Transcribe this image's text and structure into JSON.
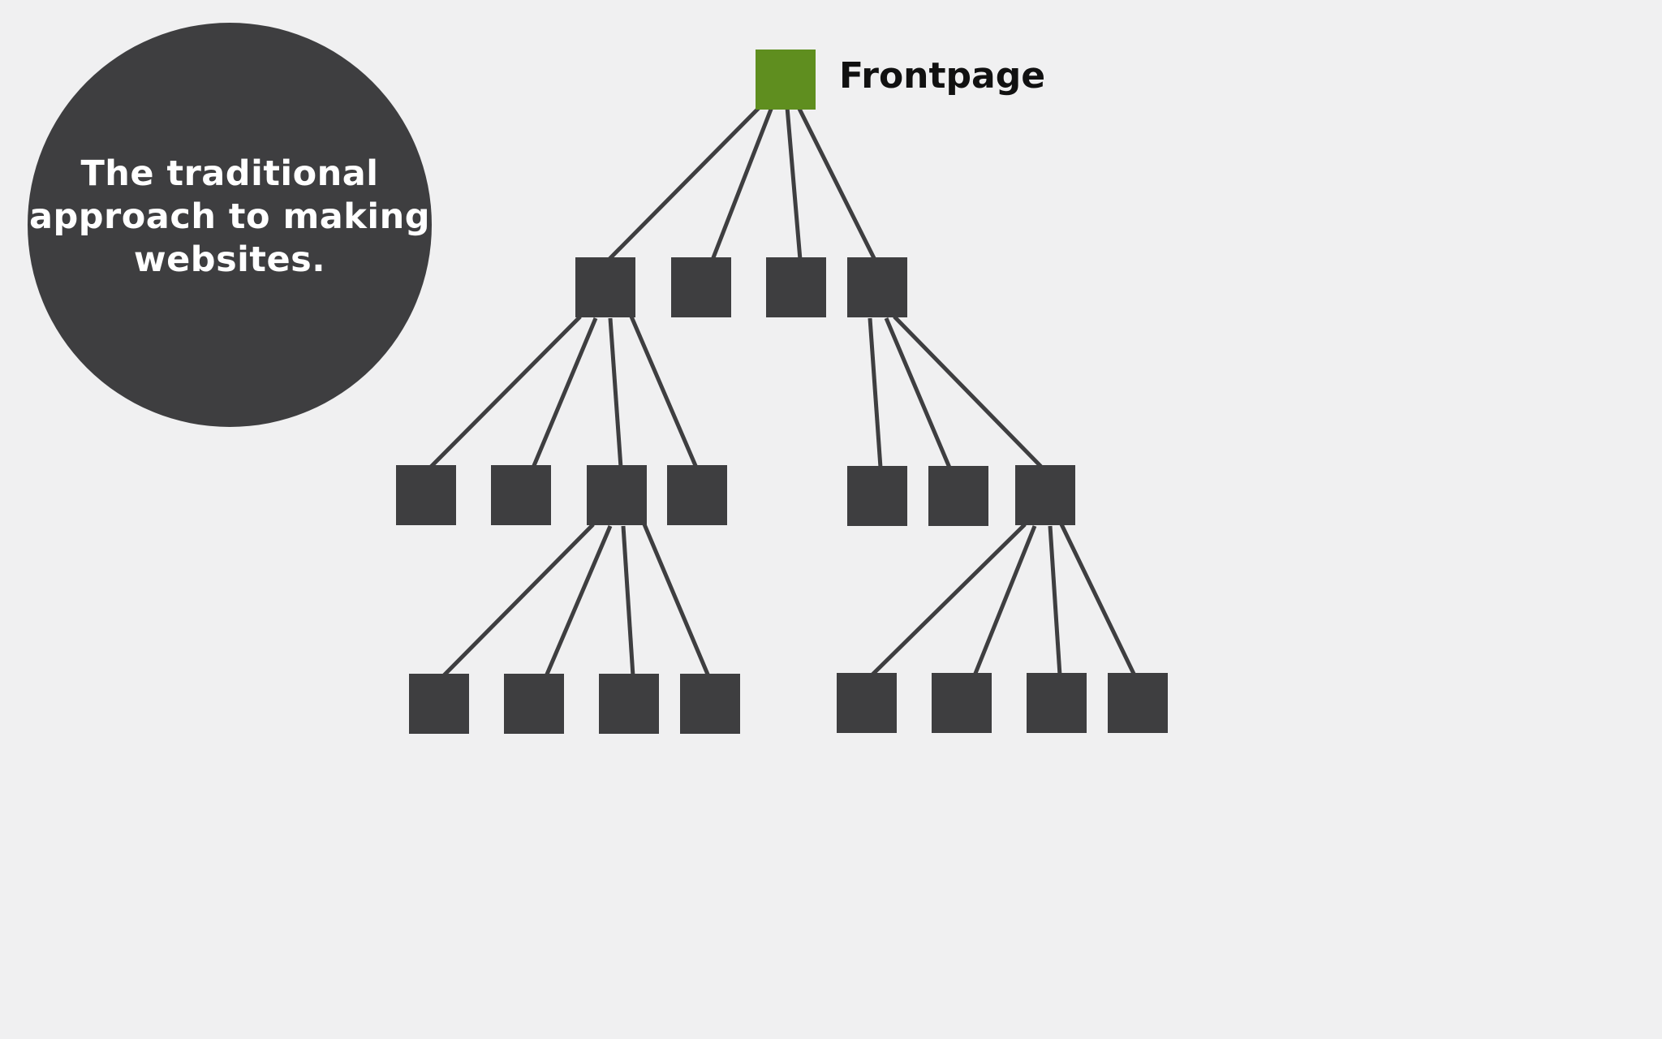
{
  "intro": {
    "line1": "The traditional",
    "line2": "approach to making",
    "line3": "websites."
  },
  "root": {
    "label": "Frontpage"
  },
  "colors": {
    "background": "#f0f0f1",
    "node": "#3e3e40",
    "root_node": "#5f8e1f",
    "connector": "#3e3e40"
  },
  "tree": {
    "levels": 4,
    "children_per_level": [
      1,
      4,
      7,
      8
    ],
    "total_pages": 20
  }
}
